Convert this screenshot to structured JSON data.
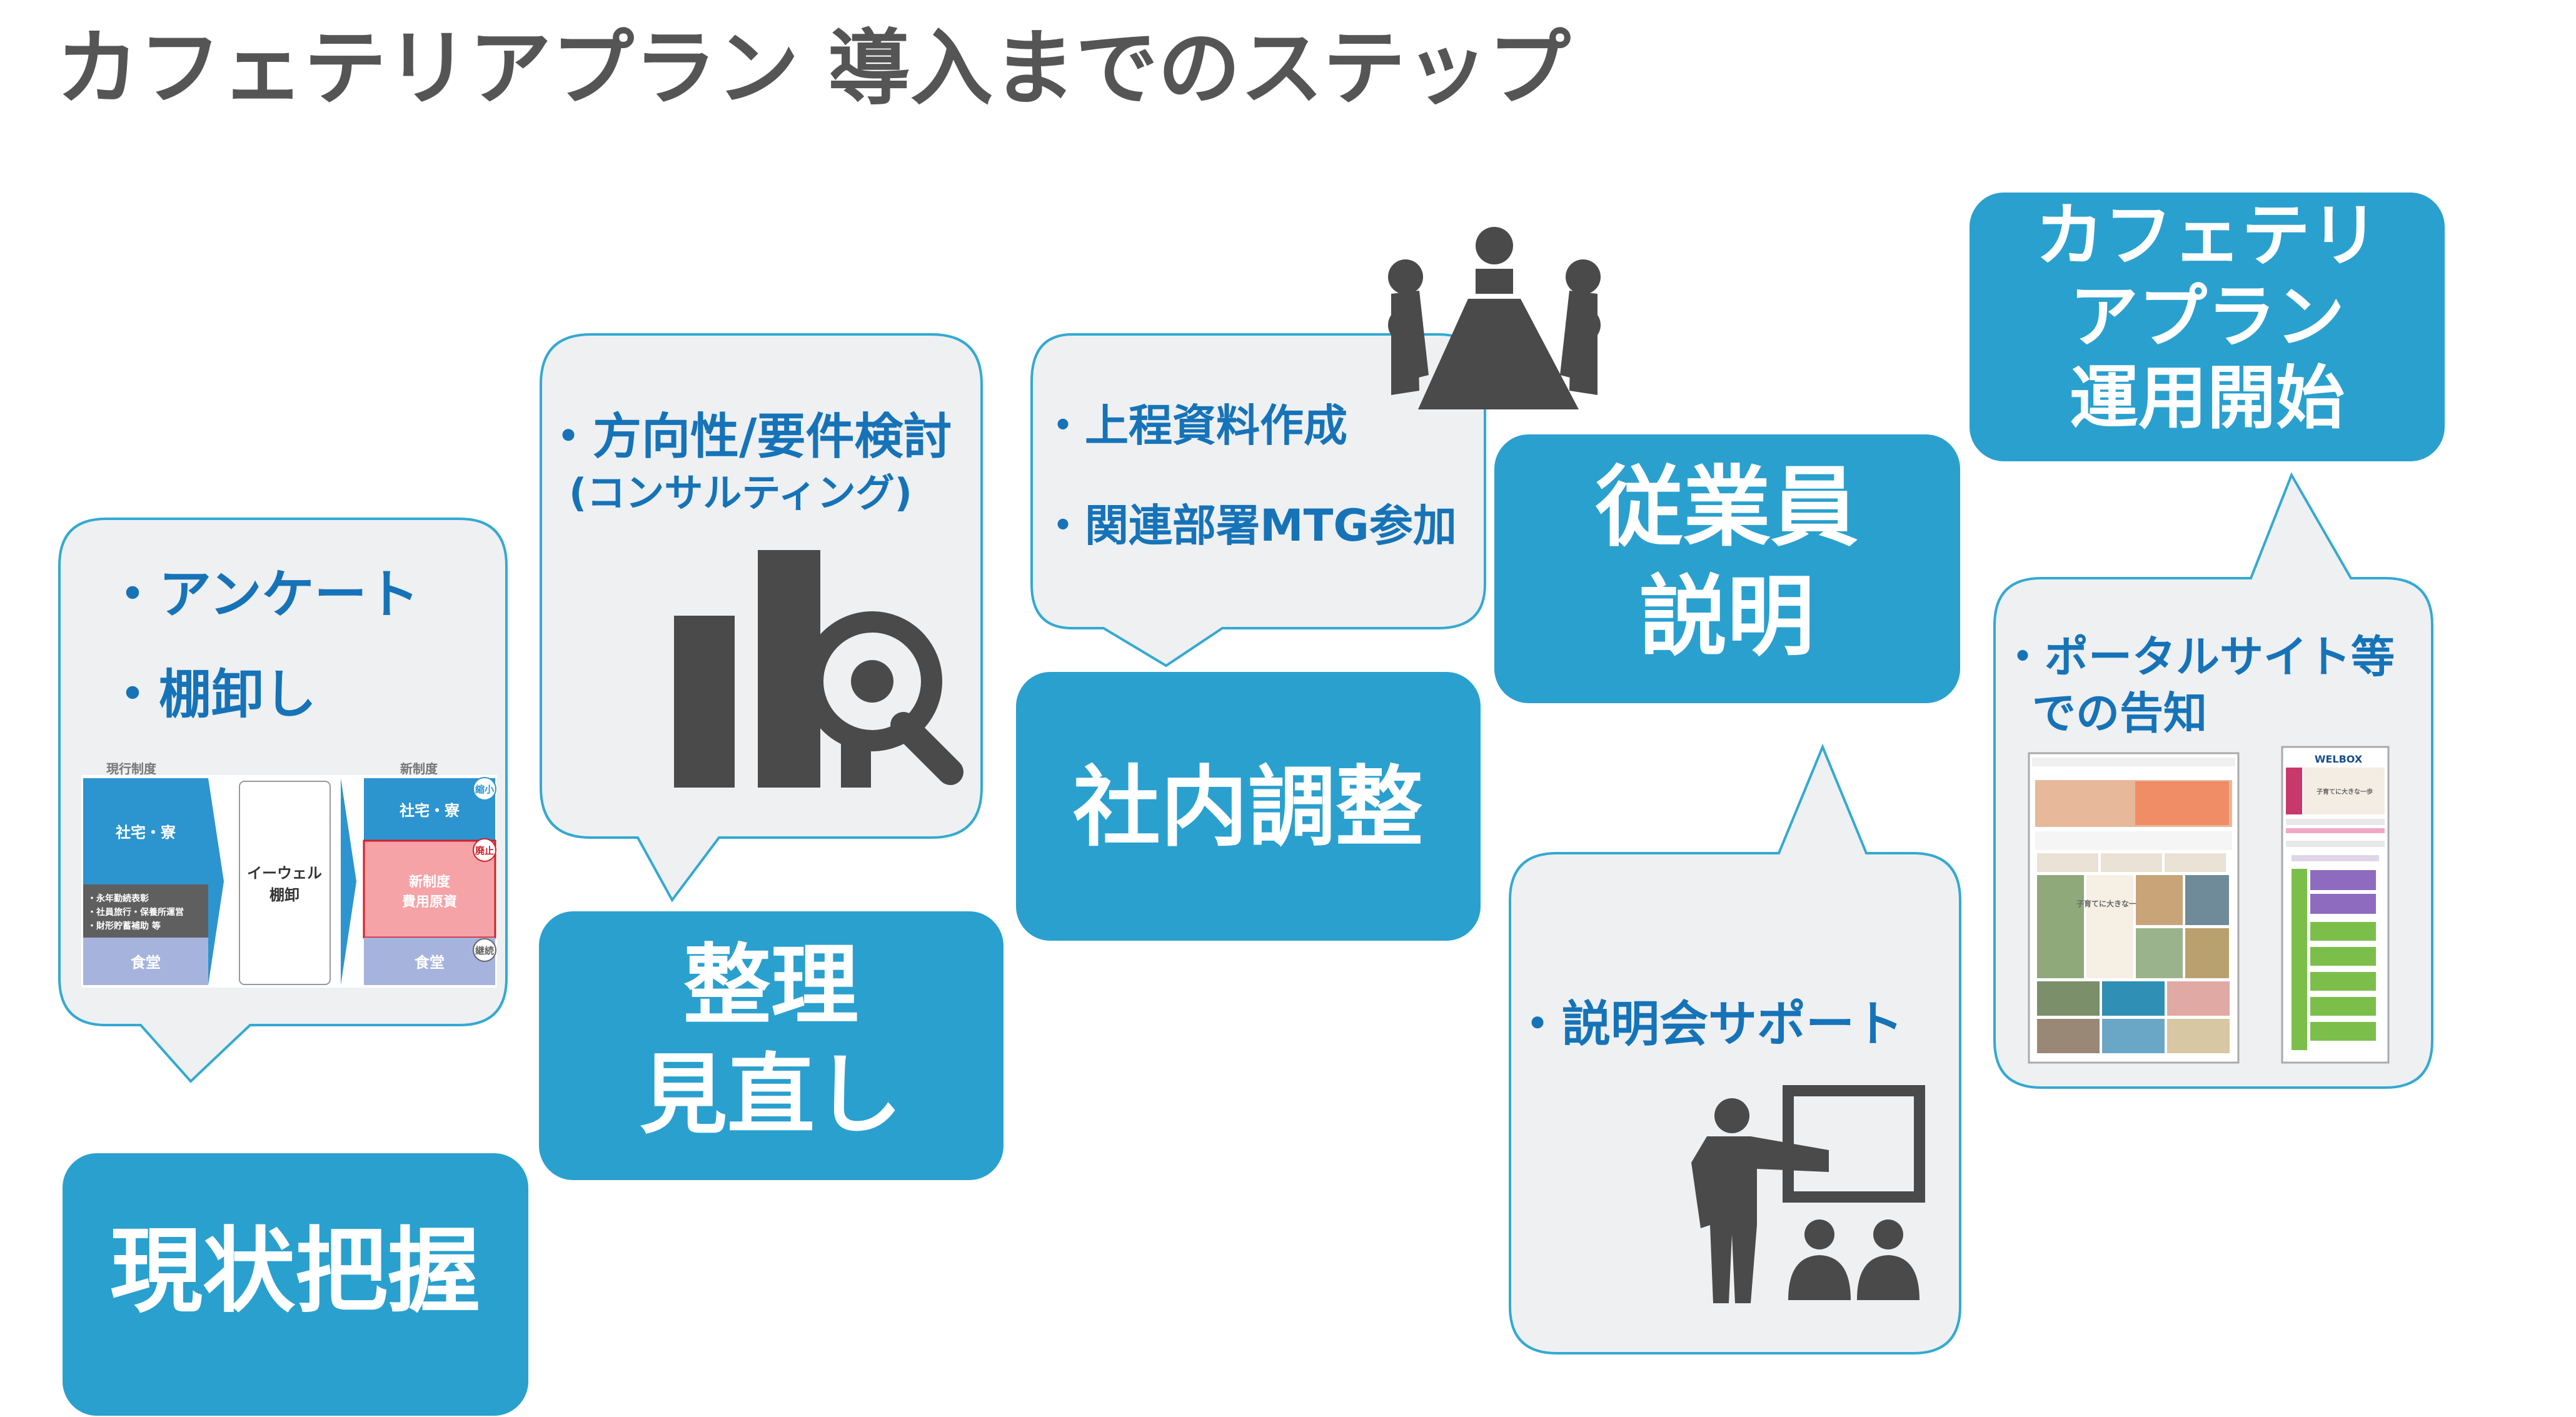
{
  "title": "カフェテリアプラン 導入までのステップ",
  "colors": {
    "step_fill": "#2aa0cf",
    "bubble_fill": "#eef0f2",
    "bubble_border": "#34a9d2",
    "bullet_text": "#1673b8",
    "title_text": "#555555",
    "icon_fill": "#4a4a4a"
  },
  "steps": [
    {
      "lines": [
        "現状把握"
      ]
    },
    {
      "lines": [
        "整理",
        "見直し"
      ]
    },
    {
      "lines": [
        "社内調整"
      ]
    },
    {
      "lines": [
        "従業員",
        "説明"
      ]
    },
    {
      "lines": [
        "カフェテリ",
        "アプラン",
        "運用開始"
      ]
    }
  ],
  "bubbles": {
    "survey": {
      "bullets": [
        "・アンケート",
        "・棚卸し"
      ],
      "diagram": {
        "left_top_label": "現行制度",
        "right_top_label": "新制度",
        "shataku": "社宅・寮",
        "left_list": [
          "・永年勤続表彰",
          "・社員旅行・保養所運営",
          "・財形貯蓄補助 等"
        ],
        "cafeteria": "食堂",
        "center": [
          "イーウェル",
          "棚卸"
        ],
        "new_system": [
          "新制度",
          "費用原資"
        ],
        "tag_shrink": "縮小",
        "tag_abolish": "廃止",
        "tag_continue": "継続"
      },
      "icon": "inventory-diagram"
    },
    "review": {
      "bullets": [
        "・方向性/要件検討",
        "(コンサルティング)"
      ],
      "icon": "chart-search-icon"
    },
    "coordination": {
      "bullets": [
        "・上程資料作成",
        "・関連部署MTG参加"
      ],
      "icon": "meeting-icon"
    },
    "briefing": {
      "bullets": [
        "・説明会サポート"
      ],
      "icon": "presentation-icon"
    },
    "portal": {
      "bullets": [
        "・ポータルサイト等",
        "での告知"
      ],
      "desktop_caption": "子育てに大きな一歩",
      "mobile_brand": "WELBOX",
      "mobile_caption": "子育てに大きな一歩",
      "icon": "portal-screenshots"
    }
  }
}
